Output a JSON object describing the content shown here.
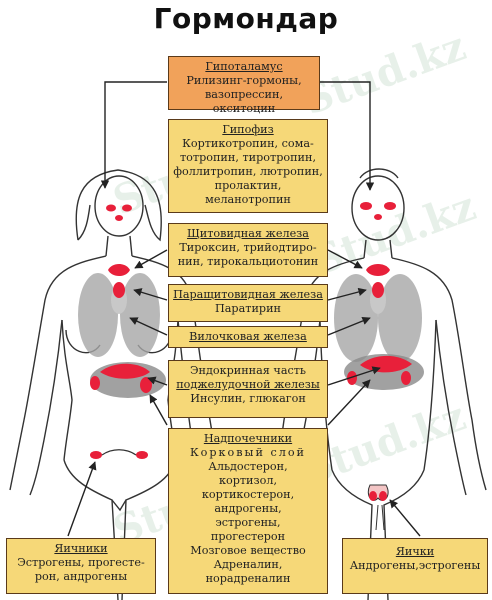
{
  "title": "Гормондар",
  "watermark": "Stud.kz",
  "boxes": {
    "hypothalamus": {
      "heading": "Гипоталамус",
      "body": "Рилизинг-гормоны, вазопрессин, окситоцин"
    },
    "pituitary": {
      "heading": "Гипофиз",
      "body": "Кортикотропин, сома-тотропин, тиротропин, фоллитропин, лютропин, пролактин, меланотропин"
    },
    "thyroid": {
      "heading": "Щитовидная железа",
      "body": "Тироксин, трийодтиро-нин, тирокальциотонин"
    },
    "parathyroid": {
      "heading": "Паращитовидная железа",
      "body": "Паратирин"
    },
    "thymus": {
      "heading": "Вилочковая железа",
      "body": ""
    },
    "pancreas": {
      "heading_line1": "Эндокринная часть",
      "heading_line2": "поджелудочной железы",
      "body": "Инсулин, глюкагон"
    },
    "adrenal": {
      "heading": "Надпочечники",
      "lines": [
        "Корковый слой",
        "Альдостерон,",
        "кортизол,",
        "кортикостерон,",
        "андрогены,",
        "эстрогены,",
        "прогестерон",
        "Мозговое вещество",
        "Адреналин,",
        "норадреналин"
      ]
    },
    "ovaries": {
      "heading": "Яичники",
      "body": "Эстрогены, прогесте-рон, андрогены"
    },
    "testes": {
      "heading": "Яички",
      "body": "Андрогены,эстрогены"
    }
  },
  "colors": {
    "box_fill": "#f6d878",
    "hypothalamus_fill": "#f1a25a",
    "gland": "#e8203a",
    "organ": "#9a9a9a",
    "outline": "#333333"
  }
}
